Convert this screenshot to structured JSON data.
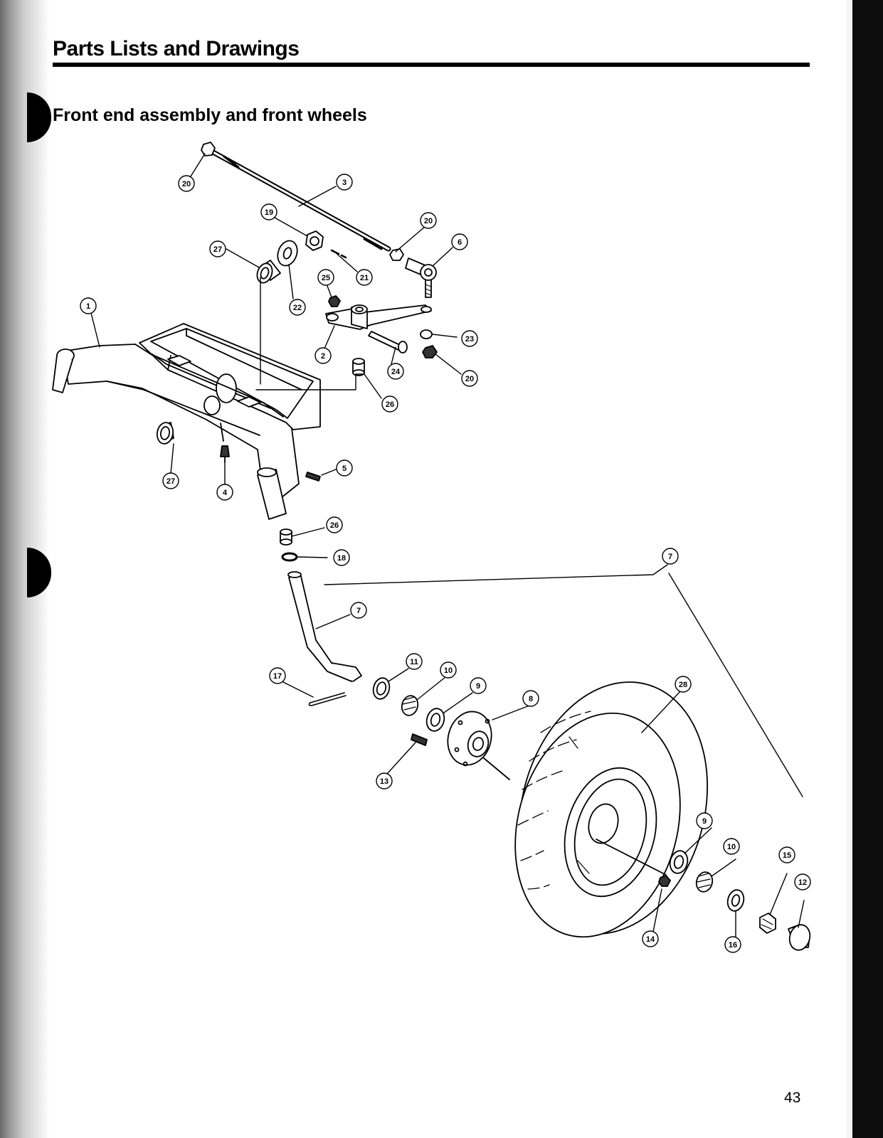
{
  "header": {
    "title": "Parts Lists and Drawings"
  },
  "section": {
    "title": "Front end assembly and front wheels"
  },
  "page_number": "43",
  "callouts": {
    "c1": "1",
    "c2": "2",
    "c3": "3",
    "c4": "4",
    "c5": "5",
    "c6": "6",
    "c7a": "7",
    "c7b": "7",
    "c8": "8",
    "c9a": "9",
    "c9b": "9",
    "c10a": "10",
    "c10b": "10",
    "c11": "11",
    "c12": "12",
    "c13": "13",
    "c14": "14",
    "c15": "15",
    "c16": "16",
    "c17": "17",
    "c18": "18",
    "c19": "19",
    "c20a": "20",
    "c20b": "20",
    "c20c": "20",
    "c21": "21",
    "c22": "22",
    "c23": "23",
    "c24": "24",
    "c25": "25",
    "c26a": "26",
    "c26b": "26",
    "c27a": "27",
    "c27b": "27",
    "c28": "28"
  }
}
